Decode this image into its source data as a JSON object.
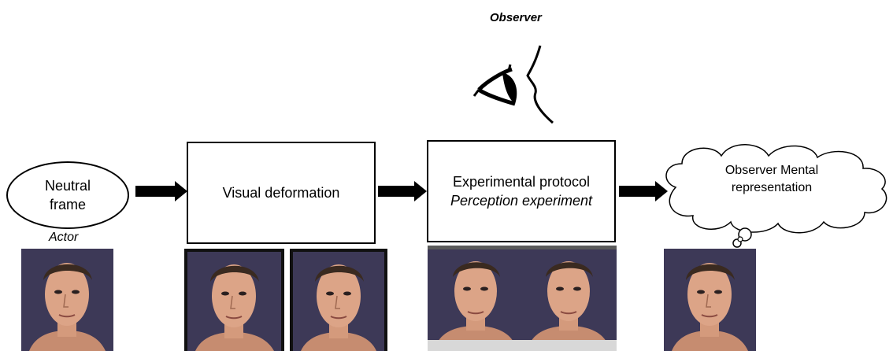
{
  "observer": {
    "title": "Observer"
  },
  "nodes": {
    "neutral_frame": {
      "line1": "Neutral",
      "line2": "frame"
    },
    "actor_label": "Actor",
    "visual_deformation": "Visual deformation",
    "experimental_protocol": {
      "line1": "Experimental protocol",
      "line2": "Perception experiment"
    },
    "mental_representation": {
      "line1": "Observer Mental",
      "line2": "representation"
    }
  },
  "icons": [
    "eye-icon",
    "arrow-right-icon",
    "thought-cloud-icon"
  ]
}
